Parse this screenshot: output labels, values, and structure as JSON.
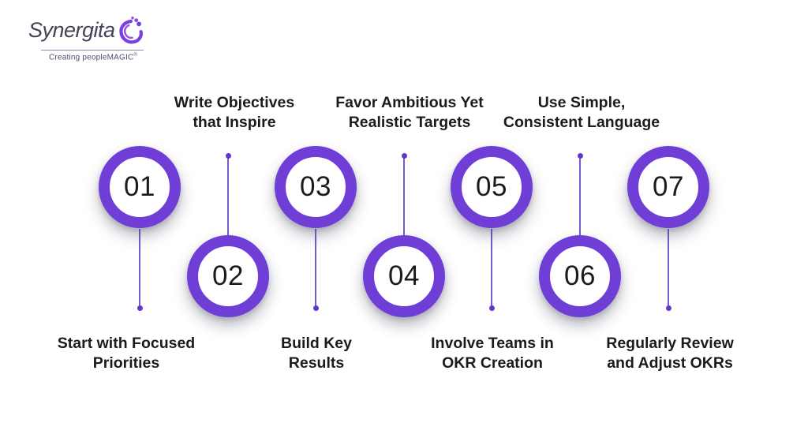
{
  "logo": {
    "name": "Synergita",
    "tagline": "Creating peopleMAGIC",
    "mark": "®"
  },
  "steps": [
    {
      "number": "01",
      "label": "Start with Focused\nPriorities"
    },
    {
      "number": "02",
      "label": "Write Objectives\nthat Inspire"
    },
    {
      "number": "03",
      "label": "Build Key\nResults"
    },
    {
      "number": "04",
      "label": "Favor Ambitious Yet\nRealistic Targets"
    },
    {
      "number": "05",
      "label": "Involve Teams in\nOKR Creation"
    },
    {
      "number": "06",
      "label": "Use Simple,\nConsistent Language"
    },
    {
      "number": "07",
      "label": "Regularly Review\nand Adjust OKRs"
    }
  ],
  "colors": {
    "ring": "#6e3ed7",
    "line": "#7a5ad2",
    "dot": "#6536cd",
    "ink": "#1b1b1b",
    "logo-ink": "#474156",
    "tagline-ink": "#554a6a"
  }
}
